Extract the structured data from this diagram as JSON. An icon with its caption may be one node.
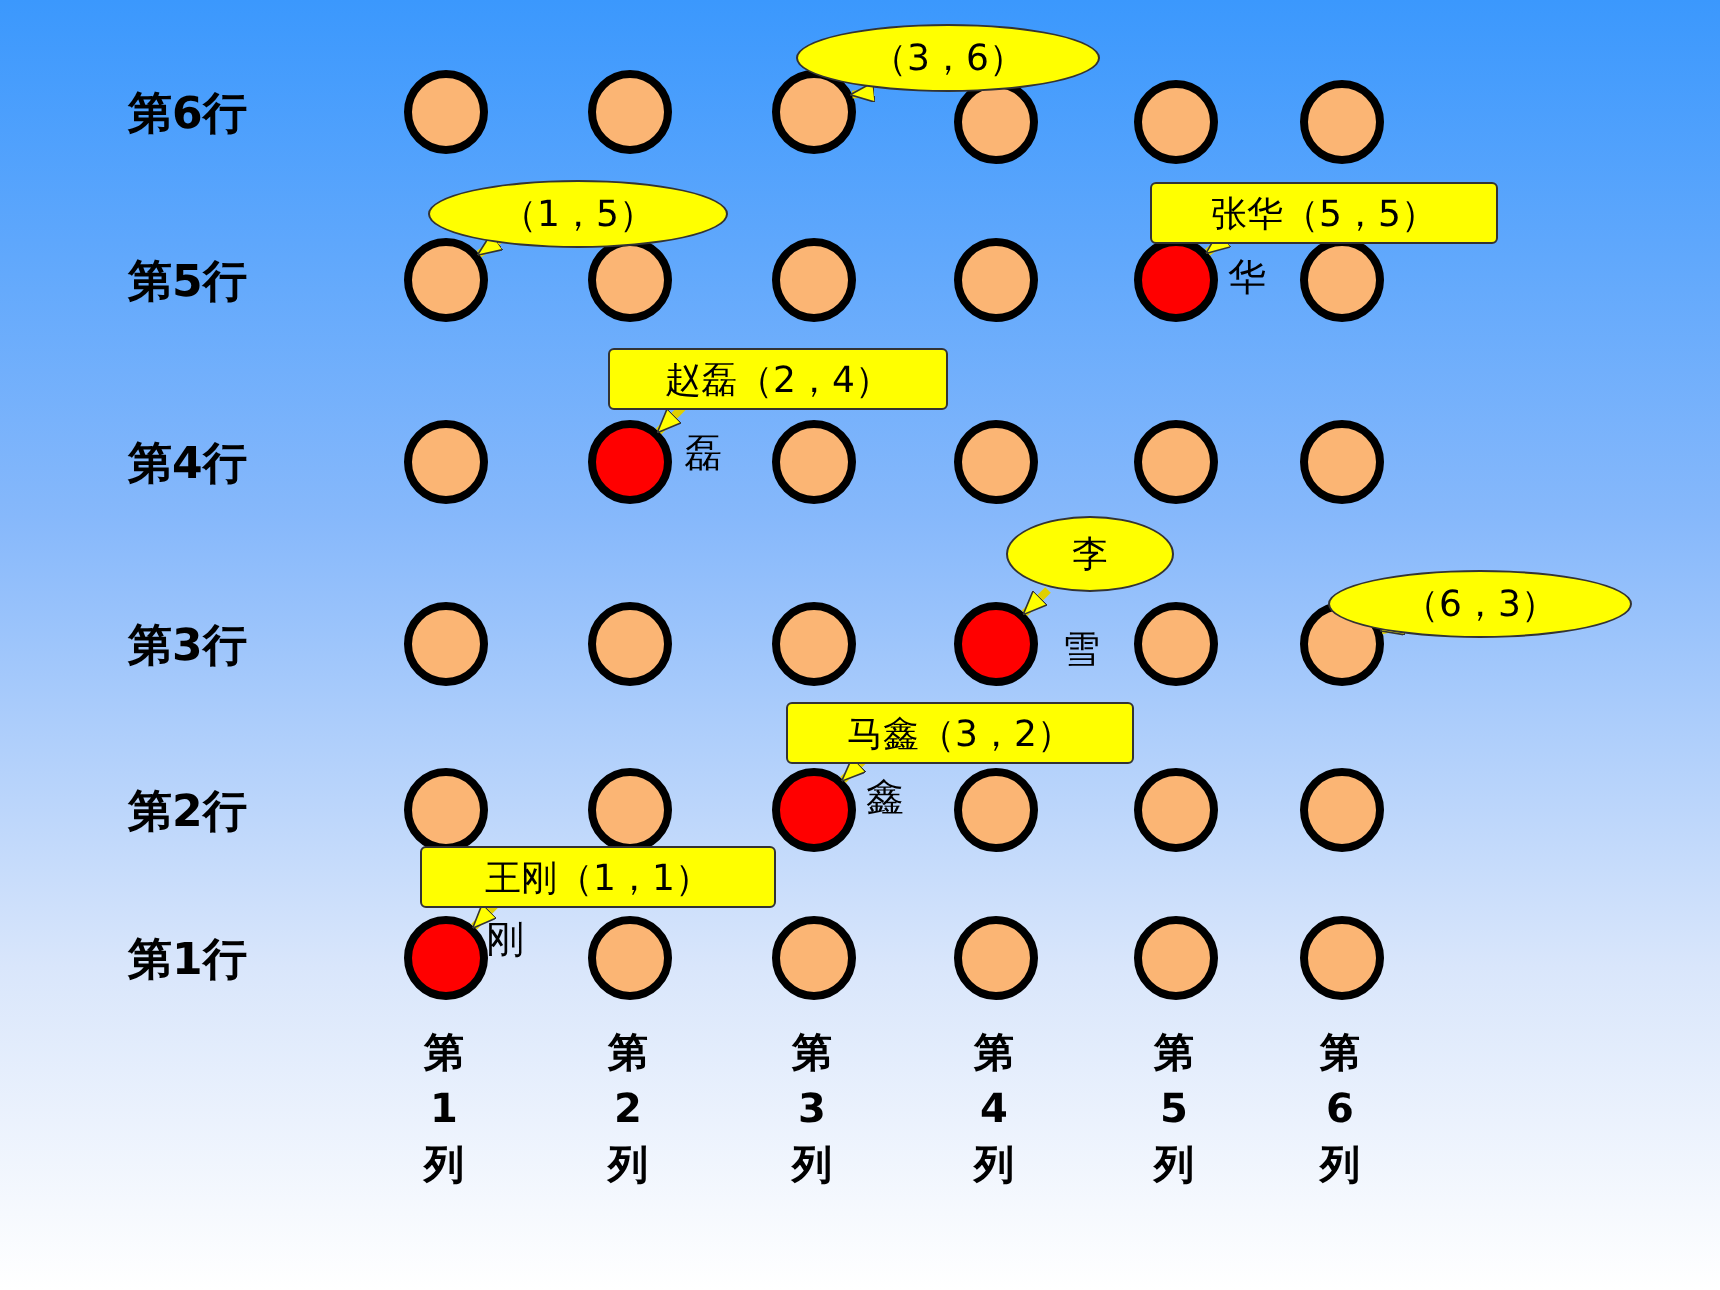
{
  "diagram": {
    "nodes": [
      {
        "text": [],
        "shape": "circle"
      },
      {
        "text": [],
        "shape": "circle"
      },
      {
        "text": [],
        "shape": "circle"
      },
      {
        "text": [],
        "shape": "circle"
      },
      {
        "text": [],
        "shape": "circle"
      },
      {
        "text": [],
        "shape": "circle"
      },
      {
        "text": [],
        "shape": "circle"
      },
      {
        "text": [],
        "shape": "circle"
      },
      {
        "text": [],
        "shape": "circle"
      },
      {
        "text": [],
        "shape": "circle"
      },
      {
        "text": [],
        "shape": "circle",
        "beside": [
          "华"
        ]
      },
      {
        "text": [],
        "shape": "circle"
      },
      {
        "text": [],
        "shape": "circle"
      },
      {
        "text": [],
        "shape": "circle",
        "beside": [
          "磊"
        ]
      },
      {
        "text": [],
        "shape": "circle"
      },
      {
        "text": [],
        "shape": "circle"
      },
      {
        "text": [],
        "shape": "circle"
      },
      {
        "text": [],
        "shape": "circle"
      },
      {
        "text": [],
        "shape": "circle"
      },
      {
        "text": [],
        "shape": "circle"
      },
      {
        "text": [],
        "shape": "circle"
      },
      {
        "text": [],
        "shape": "circle",
        "beside": [
          "雪"
        ]
      },
      {
        "text": [],
        "shape": "circle"
      },
      {
        "text": [],
        "shape": "circle"
      },
      {
        "text": [],
        "shape": "circle"
      },
      {
        "text": [],
        "shape": "circle"
      },
      {
        "text": [],
        "shape": "circle",
        "beside": [
          "鑫"
        ]
      },
      {
        "text": [],
        "shape": "circle"
      },
      {
        "text": [],
        "shape": "circle"
      },
      {
        "text": [],
        "shape": "circle"
      },
      {
        "text": [],
        "shape": "circle",
        "beside": [
          "刚"
        ]
      },
      {
        "text": [],
        "shape": "circle"
      },
      {
        "text": [],
        "shape": "circle"
      },
      {
        "text": [],
        "shape": "circle"
      },
      {
        "text": [],
        "shape": "circle"
      },
      {
        "text": [],
        "shape": "circle"
      },
      {
        "text": [
          "（3，6）"
        ]
      },
      {
        "text": [
          "（1，5）"
        ]
      },
      {
        "text": [
          "张华（5，5）"
        ]
      },
      {
        "text": [
          "赵磊（2，4）"
        ]
      },
      {
        "text": [
          "李"
        ]
      },
      {
        "text": [
          "（6，3）"
        ]
      },
      {
        "text": [
          "马鑫（3，2）"
        ]
      },
      {
        "text": [
          "王刚（1，1）"
        ]
      }
    ],
    "edges": [
      {
        "from": 36,
        "to": 2,
        "arrow": "to"
      },
      {
        "from": 37,
        "to": 6,
        "arrow": "to"
      },
      {
        "from": 38,
        "to": 10,
        "arrow": "to"
      },
      {
        "from": 39,
        "to": 13,
        "arrow": "to"
      },
      {
        "from": 40,
        "to": 21,
        "arrow": "to"
      },
      {
        "from": 41,
        "to": 23,
        "arrow": "to"
      },
      {
        "from": 42,
        "to": 26,
        "arrow": "to"
      },
      {
        "from": 43,
        "to": 30,
        "arrow": "to"
      }
    ],
    "labels": [
      "第6行",
      "第5行",
      "第4行",
      "第3行",
      "第2行",
      "第1行",
      "第1列",
      "第2列",
      "第3列",
      "第4列",
      "第5列",
      "第6列"
    ]
  }
}
